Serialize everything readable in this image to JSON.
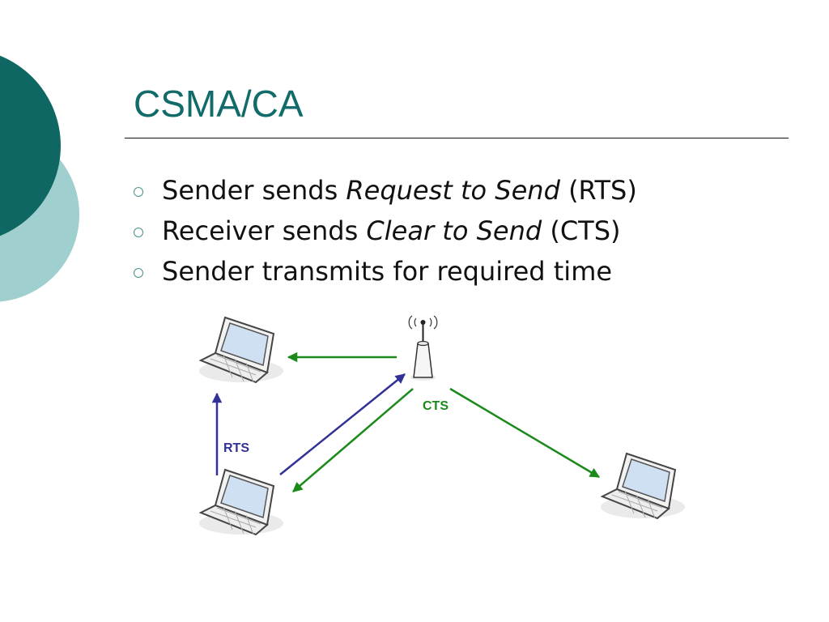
{
  "slide": {
    "title": "CSMA/CA",
    "accent_color": "#116b68",
    "bullets": [
      {
        "before": "Sender sends ",
        "italic": "Request to Send",
        "after": " (RTS)"
      },
      {
        "before": "Receiver sends ",
        "italic": "Clear to Send",
        "after": " (CTS)"
      },
      {
        "before": "Sender transmits for required time",
        "italic": "",
        "after": ""
      }
    ]
  },
  "diagram": {
    "rts_label": "RTS",
    "cts_label": "CTS",
    "rts_color": "#323296",
    "cts_color": "#1a8a1a",
    "icons": [
      "laptop-icon",
      "laptop-icon",
      "laptop-icon",
      "access-point-icon"
    ]
  }
}
